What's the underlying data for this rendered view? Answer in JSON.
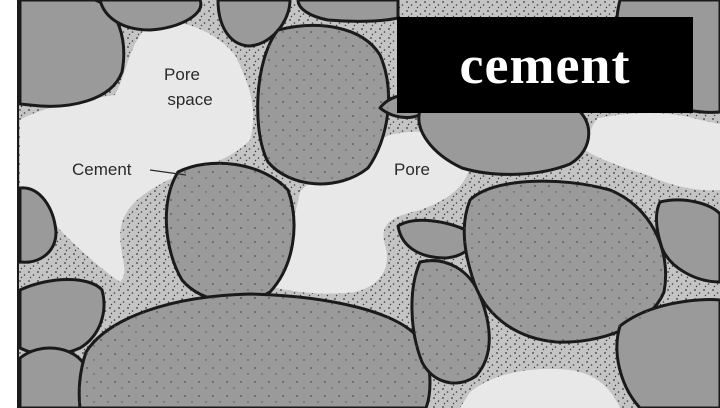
{
  "title": "cement",
  "labels": {
    "pore_space": [
      "Pore",
      "space"
    ],
    "cement": "Cement",
    "pore": "Pore"
  },
  "colors": {
    "cement_fill": "#c4c4c4",
    "grain_fill": "#9a9a9a",
    "pore_fill": "#e8e8e8",
    "outline": "#1a1a1a",
    "title_bg": "#000000",
    "title_text": "#ffffff"
  }
}
